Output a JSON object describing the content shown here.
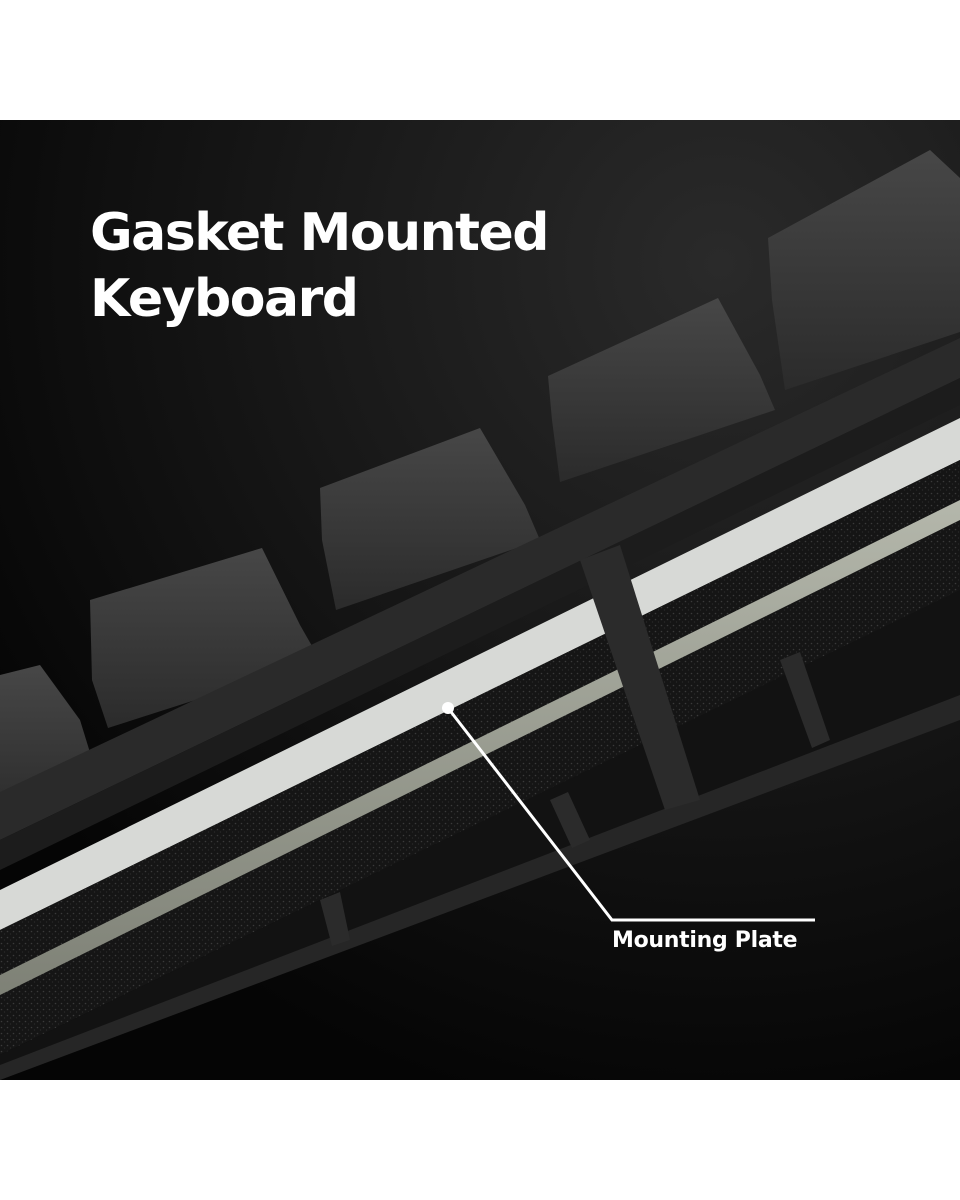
{
  "headline": {
    "line1": "Gasket Mounted",
    "line2": "Keyboard"
  },
  "callout": {
    "label": "Mounting Plate",
    "pointer_icon": "callout-dot-icon"
  },
  "colors": {
    "background": "#0b0b0b",
    "frame": "#262626",
    "keycap": "#3a3a3a",
    "foam": "#161616",
    "plate": "#9a9d91",
    "pcb_white": "#d7d9d6",
    "text": "#ffffff"
  }
}
